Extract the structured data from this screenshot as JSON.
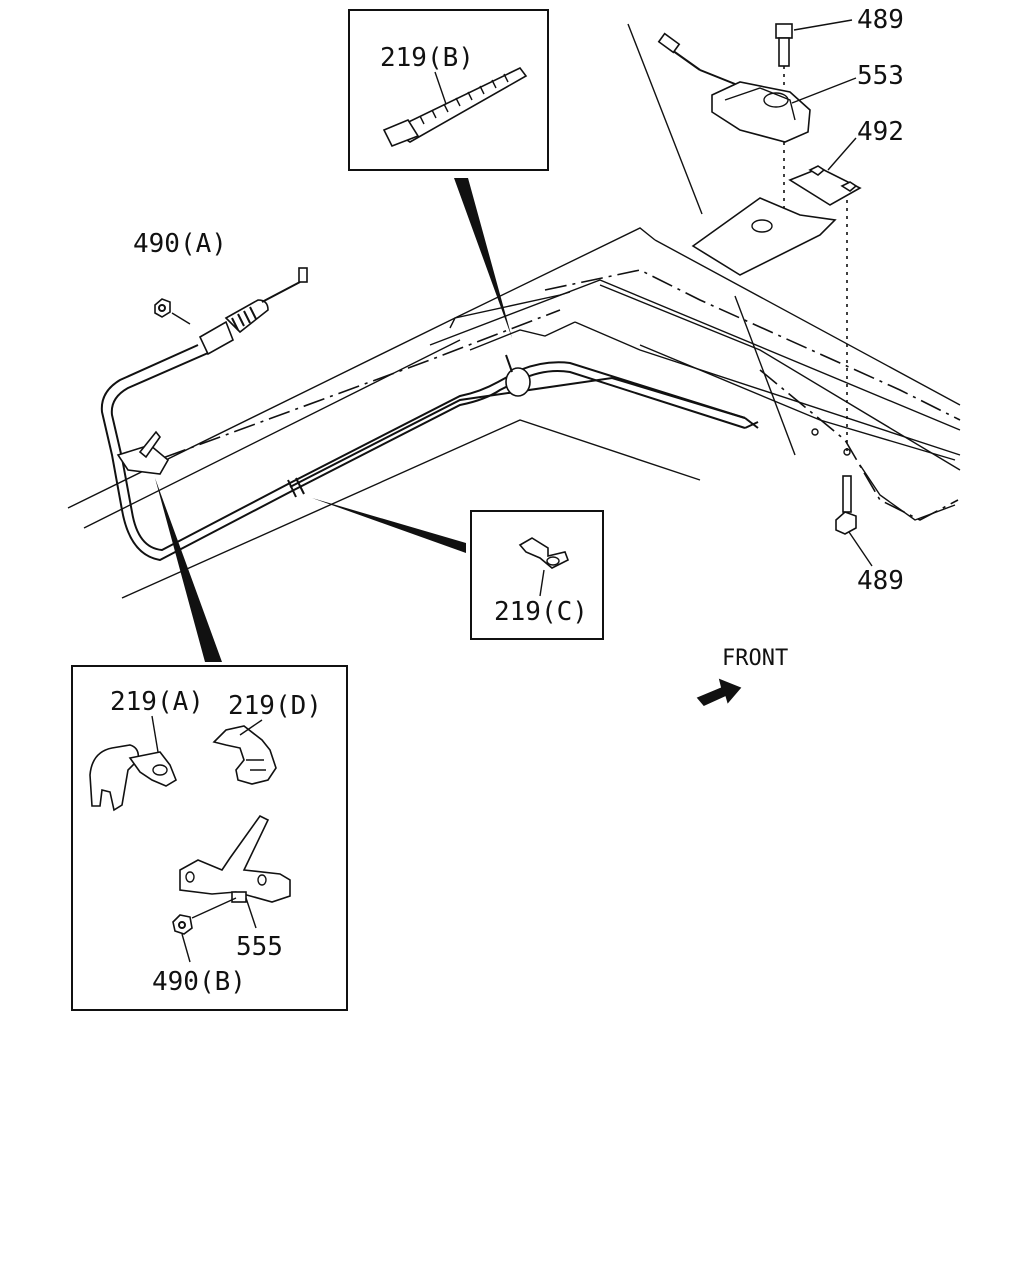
{
  "diagram": {
    "orientation_label": "FRONT",
    "callouts": {
      "p489_top": "489",
      "p553": "553",
      "p492": "492",
      "p489_bottom": "489",
      "p490A": "490(A)",
      "p219B": "219(B)",
      "p219C": "219(C)",
      "p219A": "219(A)",
      "p219D": "219(D)",
      "p555": "555",
      "p490B": "490(B)"
    }
  }
}
